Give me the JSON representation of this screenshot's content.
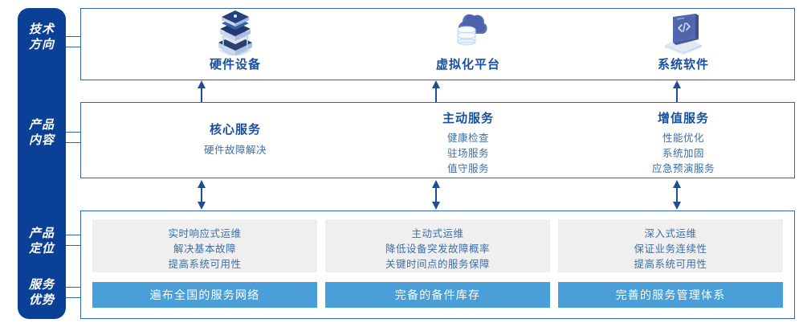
{
  "sidebar": {
    "background_color": "#0a4096",
    "labels": [
      {
        "name": "tech-direction",
        "lines": [
          "技术",
          "方向"
        ]
      },
      {
        "name": "product-content",
        "lines": [
          "产品",
          "内容"
        ]
      },
      {
        "name": "product-position",
        "lines": [
          "产品",
          "定位"
        ]
      },
      {
        "name": "service-advantage",
        "lines": [
          "服务",
          "优势"
        ]
      }
    ]
  },
  "colors": {
    "rail": "#0a4096",
    "border": "#2d6ab4",
    "title": "#1a4f9c",
    "body_text": "#3e6ea8",
    "gray_box": "#efefef",
    "accent_bar": "#4a9fd8",
    "arrow": "#1f4e96"
  },
  "tech_direction": {
    "items": [
      {
        "icon": "server-stack-icon",
        "label": "硬件设备"
      },
      {
        "icon": "cloud-database-icon",
        "label": "虚拟化平台"
      },
      {
        "icon": "laptop-code-icon",
        "label": "系统软件"
      }
    ]
  },
  "product_content": {
    "columns": [
      {
        "title": "核心服务",
        "items": [
          "硬件故障解决"
        ]
      },
      {
        "title": "主动服务",
        "items": [
          "健康检查",
          "驻场服务",
          "值守服务"
        ]
      },
      {
        "title": "增值服务",
        "items": [
          "性能优化",
          "系统加固",
          "应急预演服务"
        ]
      }
    ]
  },
  "product_position": {
    "boxes": [
      {
        "lines": [
          "实时响应式运维",
          "解决基本故障",
          "提高系统可用性"
        ]
      },
      {
        "lines": [
          "主动式运维",
          "降低设备突发故障概率",
          "关键时间点的服务保障"
        ]
      },
      {
        "lines": [
          "深入式运维",
          "保证业务连续性",
          "提高系统可用性"
        ]
      }
    ]
  },
  "service_advantage": {
    "bars": [
      "遍布全国的服务网络",
      "完备的备件库存",
      "完善的服务管理体系"
    ]
  }
}
